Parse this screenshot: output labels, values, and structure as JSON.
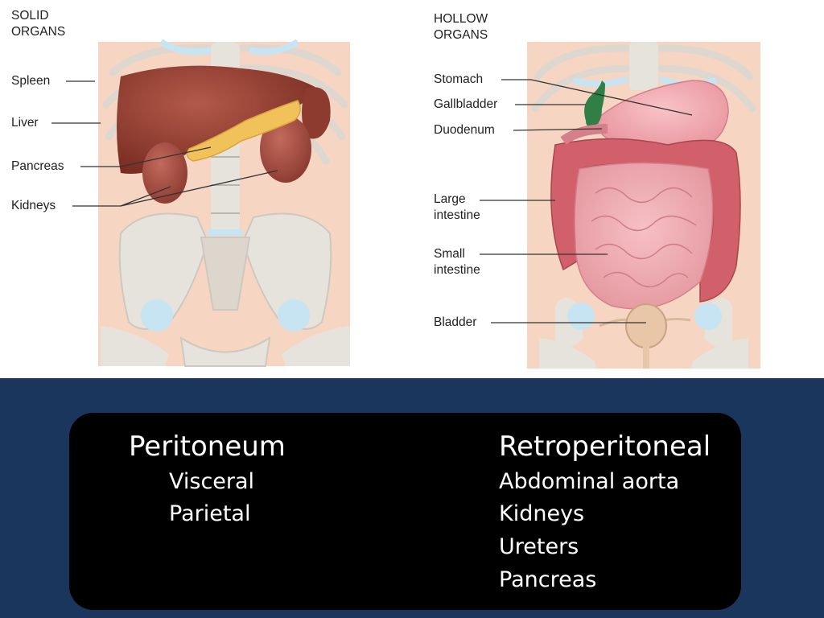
{
  "solid_figure": {
    "heading": [
      "SOLID",
      "ORGANS"
    ],
    "labels": {
      "spleen": "Spleen",
      "liver": "Liver",
      "pancreas": "Pancreas",
      "kidneys": "Kidneys"
    }
  },
  "hollow_figure": {
    "heading": [
      "HOLLOW",
      "ORGANS"
    ],
    "labels": {
      "stomach": "Stomach",
      "gallbladder": "Gallbladder",
      "duodenum": "Duodenum",
      "large_intestine": [
        "Large",
        "intestine"
      ],
      "small_intestine": [
        "Small",
        "intestine"
      ],
      "bladder": "Bladder"
    }
  },
  "panel": {
    "left_heading": "Peritoneum",
    "left_items": [
      "Visceral",
      "Parietal"
    ],
    "right_heading": "Retroperitoneal",
    "right_items": [
      "Abdominal aorta",
      "Kidneys",
      "Ureters",
      "Pancreas"
    ]
  },
  "colors": {
    "skin": "#f6d6c3",
    "bone": "#e6e2dc",
    "cartilage": "#c7e4f3",
    "liver": "#8e3b2f",
    "pancreas": "#f1c15a",
    "stomach": "#f3a9b1",
    "gallbladder": "#2f7f46",
    "intestine": "#e6959c",
    "large_intestine": "#d1606a",
    "background_bottom": "#1b365d"
  }
}
